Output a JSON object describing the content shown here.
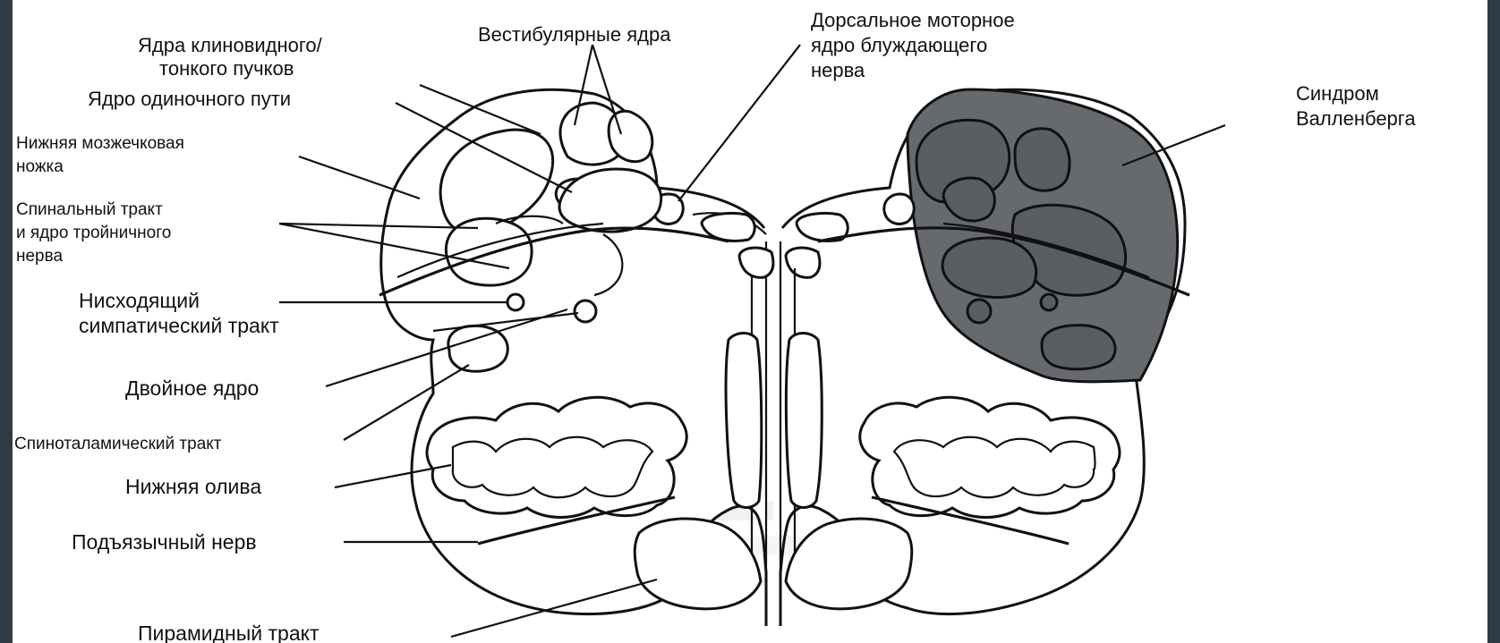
{
  "labels": {
    "cuneate_gracile_l1": "Ядра клиновидного/",
    "cuneate_gracile_l2": "тонкого пучков",
    "vestibular": "Вестибулярные ядра",
    "dorsal_vagus_l1": "Дорсальное моторное",
    "dorsal_vagus_l2": "ядро блуждающего",
    "dorsal_vagus_l3": "нерва",
    "solitary": "Ядро одиночного пути",
    "wallenberg_l1": "Синдром",
    "wallenberg_l2": "Валленберга",
    "icp_l1": "Нижняя мозжечковая",
    "icp_l2": "ножка",
    "trigeminal_l1": "Спинальный тракт",
    "trigeminal_l2": "и ядро тройничного",
    "trigeminal_l3": "нерва",
    "sympathetic_l1": "Нисходящий",
    "sympathetic_l2": "симпатический тракт",
    "ambiguus": "Двойное ядро",
    "spinothalamic": "Спиноталамический тракт",
    "olive": "Нижняя олива",
    "hypoglossal": "Подъязычный нерв",
    "pyramidal": "Пирамидный тракт"
  },
  "colors": {
    "background": "#2e3c47",
    "paper": "#ffffff",
    "lesion": "#666a6e",
    "ink": "#111111"
  }
}
